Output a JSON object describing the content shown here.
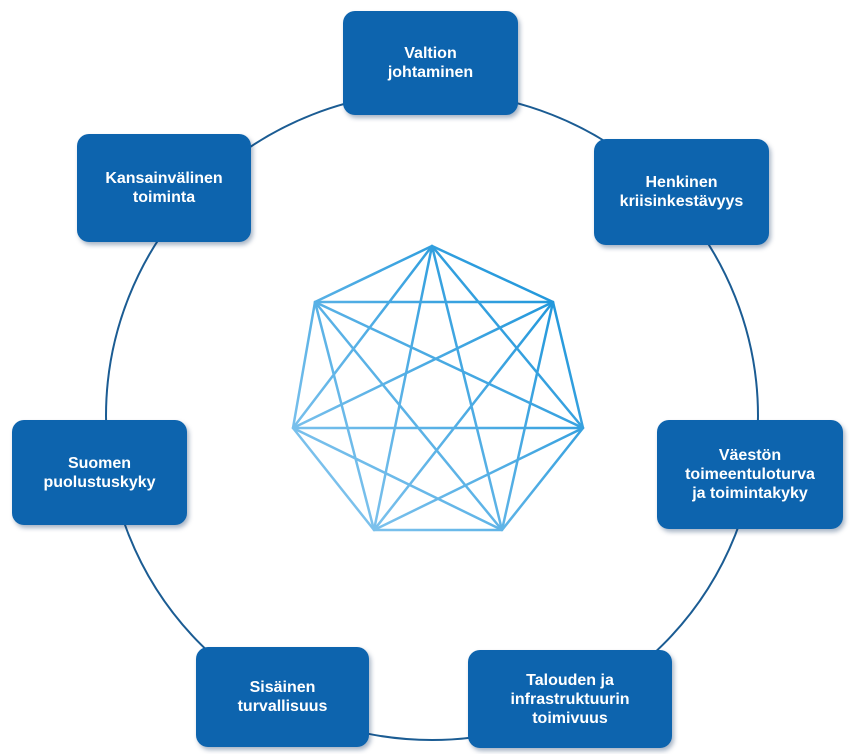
{
  "colors": {
    "node_fill": "#0d64ae",
    "node_text": "#ffffff",
    "ring": "#1b5c93",
    "heptagram_light": "#7cc0ec",
    "heptagram_dark": "#1390d9"
  },
  "nodes": {
    "valtion_johtaminen": "Valtion\njohtaminen",
    "henkinen_kriisinkestavyys": "Henkinen\nkriisinkestävyys",
    "vaeston_toimeentuloturva": "Väestön\ntoimeentuloturva\nja toimintakyky",
    "talouden_infrastruktuurin": "Talouden ja\ninfrastruktuurin\ntoimivuus",
    "sisainen_turvallisuus": "Sisäinen\nturvallisuus",
    "suomen_puolustuskyky": "Suomen\npuolustuskyky",
    "kansainvalinen_toiminta": "Kansainvälinen\ntoiminta"
  }
}
